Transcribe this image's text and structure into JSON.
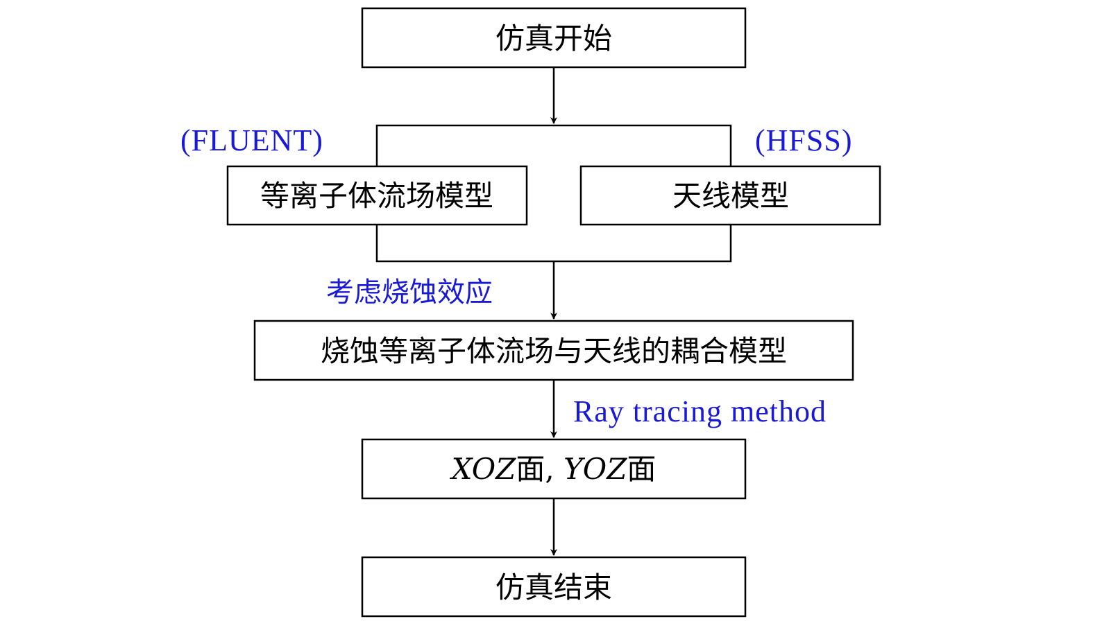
{
  "colors": {
    "box_stroke": "#000000",
    "box_text": "#000000",
    "annotation": "#1a1ad6"
  },
  "nodes": {
    "start": "仿真开始",
    "plasma_model": "等离子体流场模型",
    "antenna_model": "天线模型",
    "coupled_model": "烧蚀等离子体流场与天线的耦合模型",
    "planes": {
      "xoz_var": "XOZ",
      "xoz_cn": "面, ",
      "yoz_var": "YOZ",
      "yoz_cn": "面"
    },
    "end": "仿真结束"
  },
  "annotations": {
    "fluent": "(FLUENT)",
    "hfss": "(HFSS)",
    "ablation": "考虑烧蚀效应",
    "ray_tracing": "Ray tracing method"
  }
}
